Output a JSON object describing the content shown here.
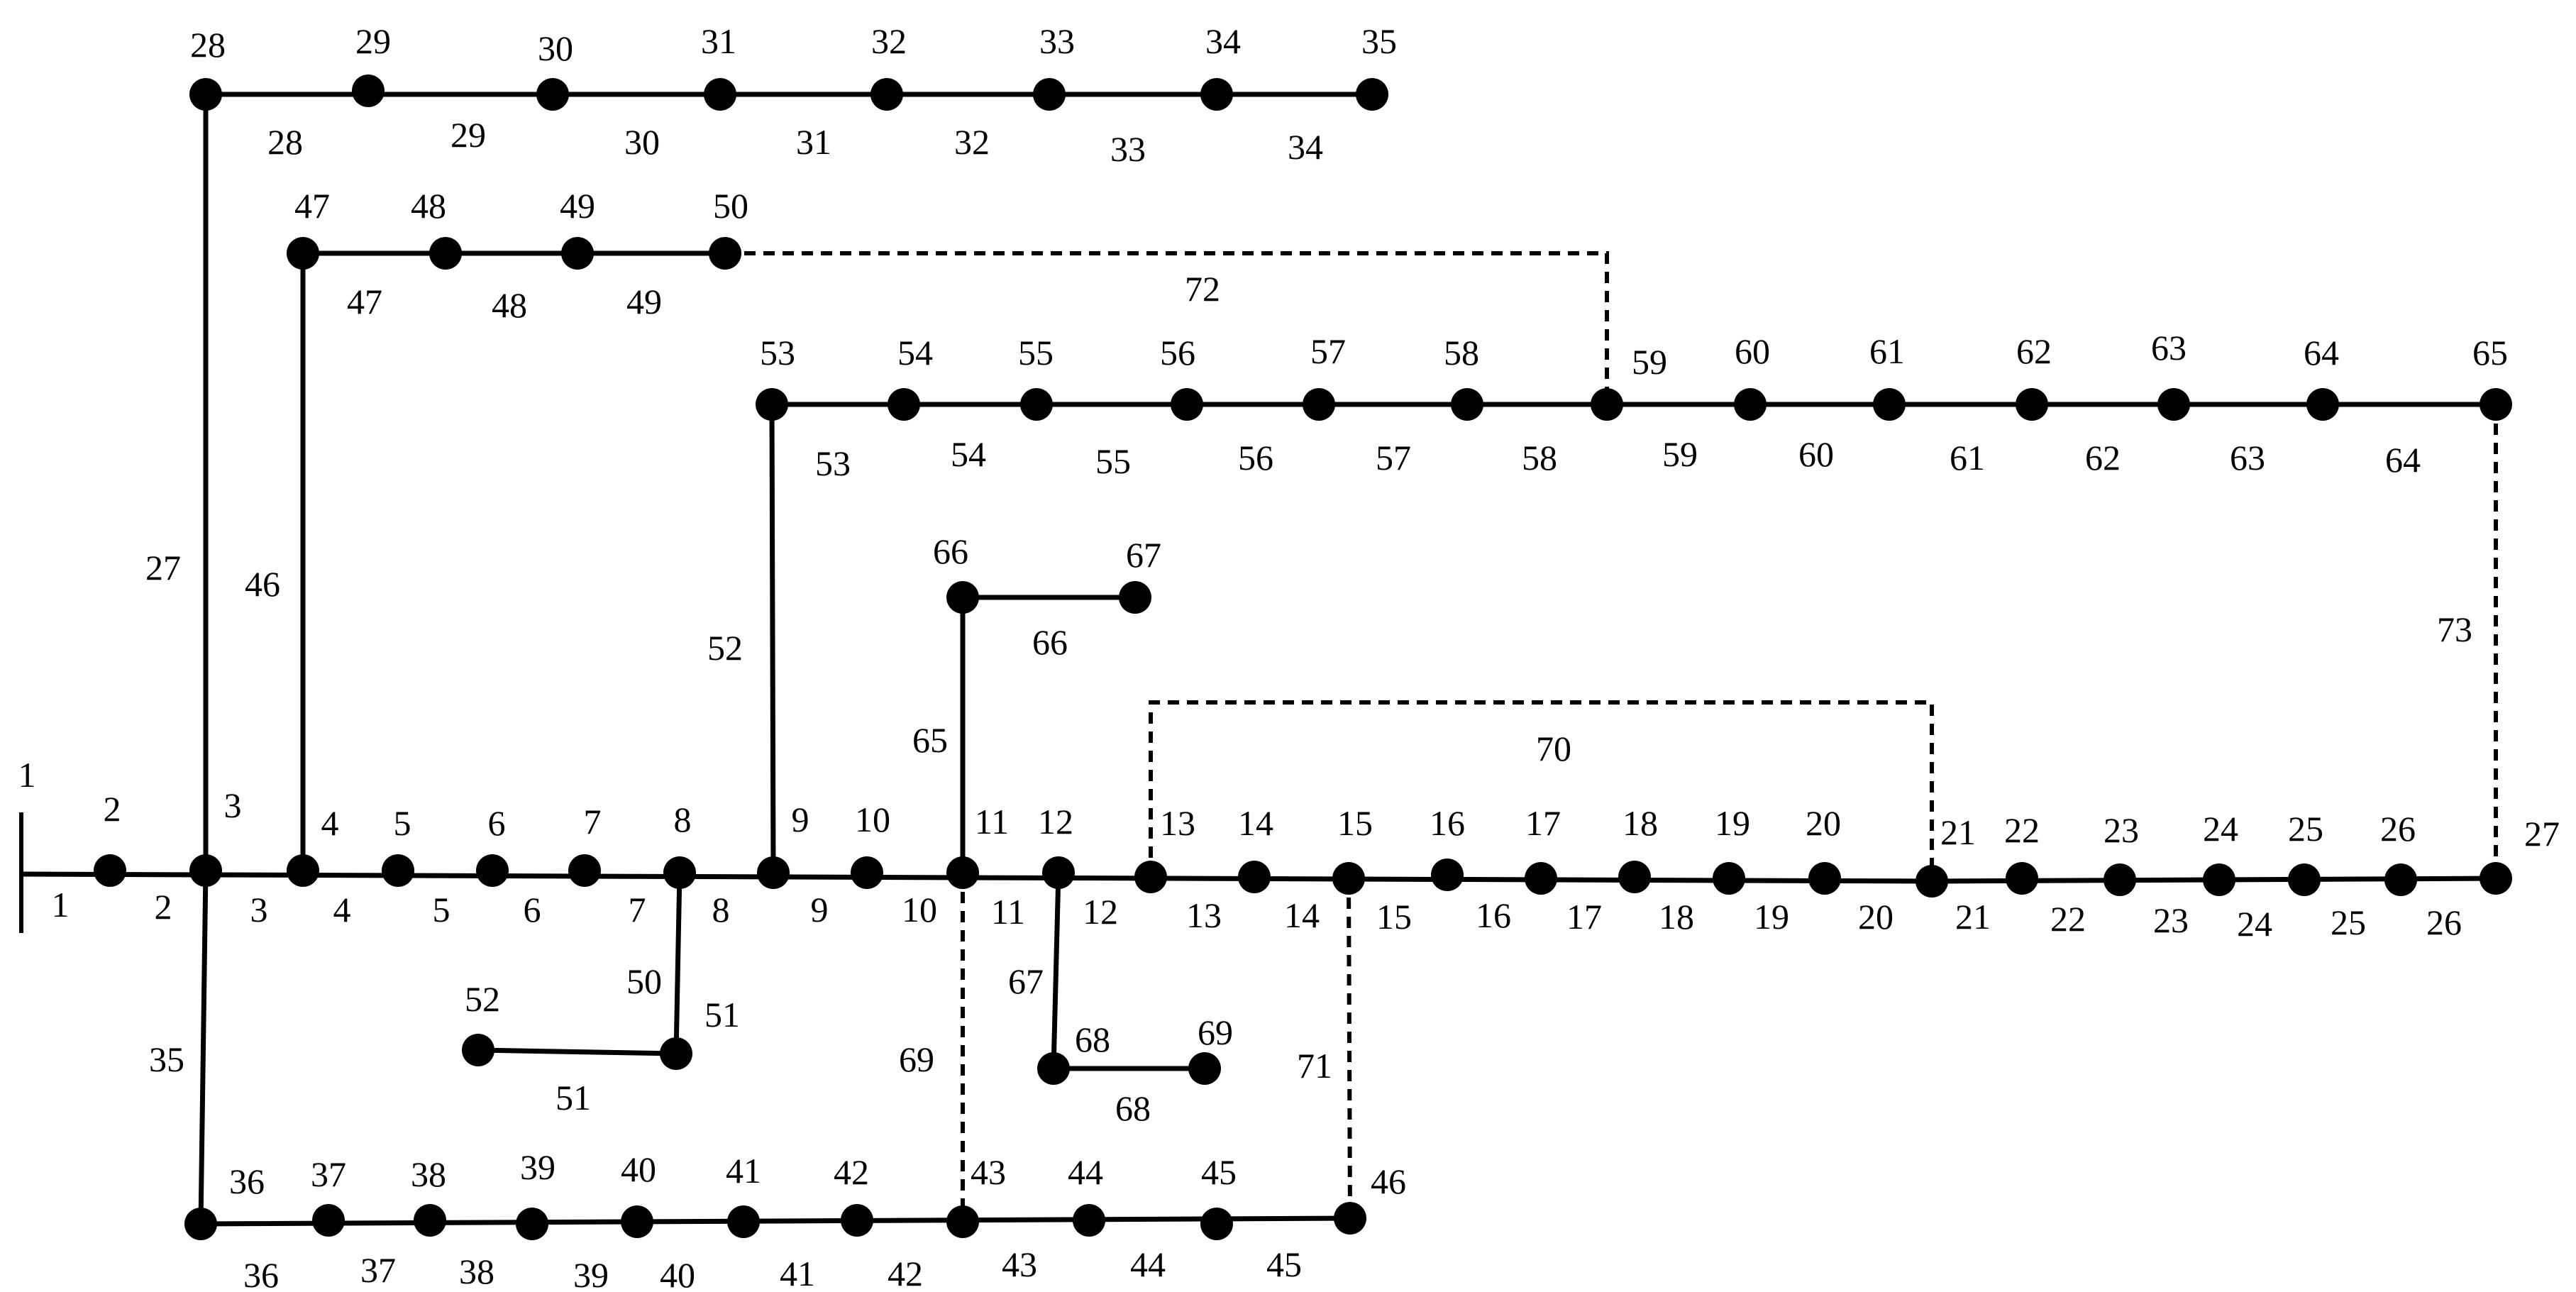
{
  "diagram": {
    "source_label": "1",
    "buses": [
      "2",
      "3",
      "4",
      "5",
      "6",
      "7",
      "8",
      "9",
      "10",
      "11",
      "12",
      "13",
      "14",
      "15",
      "16",
      "17",
      "18",
      "19",
      "20",
      "21",
      "22",
      "23",
      "24",
      "25",
      "26",
      "27",
      "28",
      "29",
      "30",
      "31",
      "32",
      "33",
      "34",
      "35",
      "36",
      "37",
      "38",
      "39",
      "40",
      "41",
      "42",
      "43",
      "44",
      "45",
      "46",
      "47",
      "48",
      "49",
      "50",
      "51",
      "52",
      "53",
      "54",
      "55",
      "56",
      "57",
      "58",
      "59",
      "60",
      "61",
      "62",
      "63",
      "64",
      "65",
      "66",
      "67",
      "68",
      "69"
    ],
    "lines": [
      "1",
      "2",
      "3",
      "4",
      "5",
      "6",
      "7",
      "8",
      "9",
      "10",
      "11",
      "12",
      "13",
      "14",
      "15",
      "16",
      "17",
      "18",
      "19",
      "20",
      "21",
      "22",
      "23",
      "24",
      "25",
      "26",
      "27",
      "28",
      "29",
      "30",
      "31",
      "32",
      "33",
      "34",
      "35",
      "36",
      "37",
      "38",
      "39",
      "40",
      "41",
      "42",
      "43",
      "44",
      "45",
      "46",
      "47",
      "48",
      "49",
      "50",
      "51",
      "52",
      "53",
      "54",
      "55",
      "56",
      "57",
      "58",
      "59",
      "60",
      "61",
      "62",
      "63",
      "64",
      "65",
      "66",
      "67",
      "68"
    ],
    "tie_lines": [
      "69",
      "70",
      "71",
      "72",
      "73"
    ]
  }
}
